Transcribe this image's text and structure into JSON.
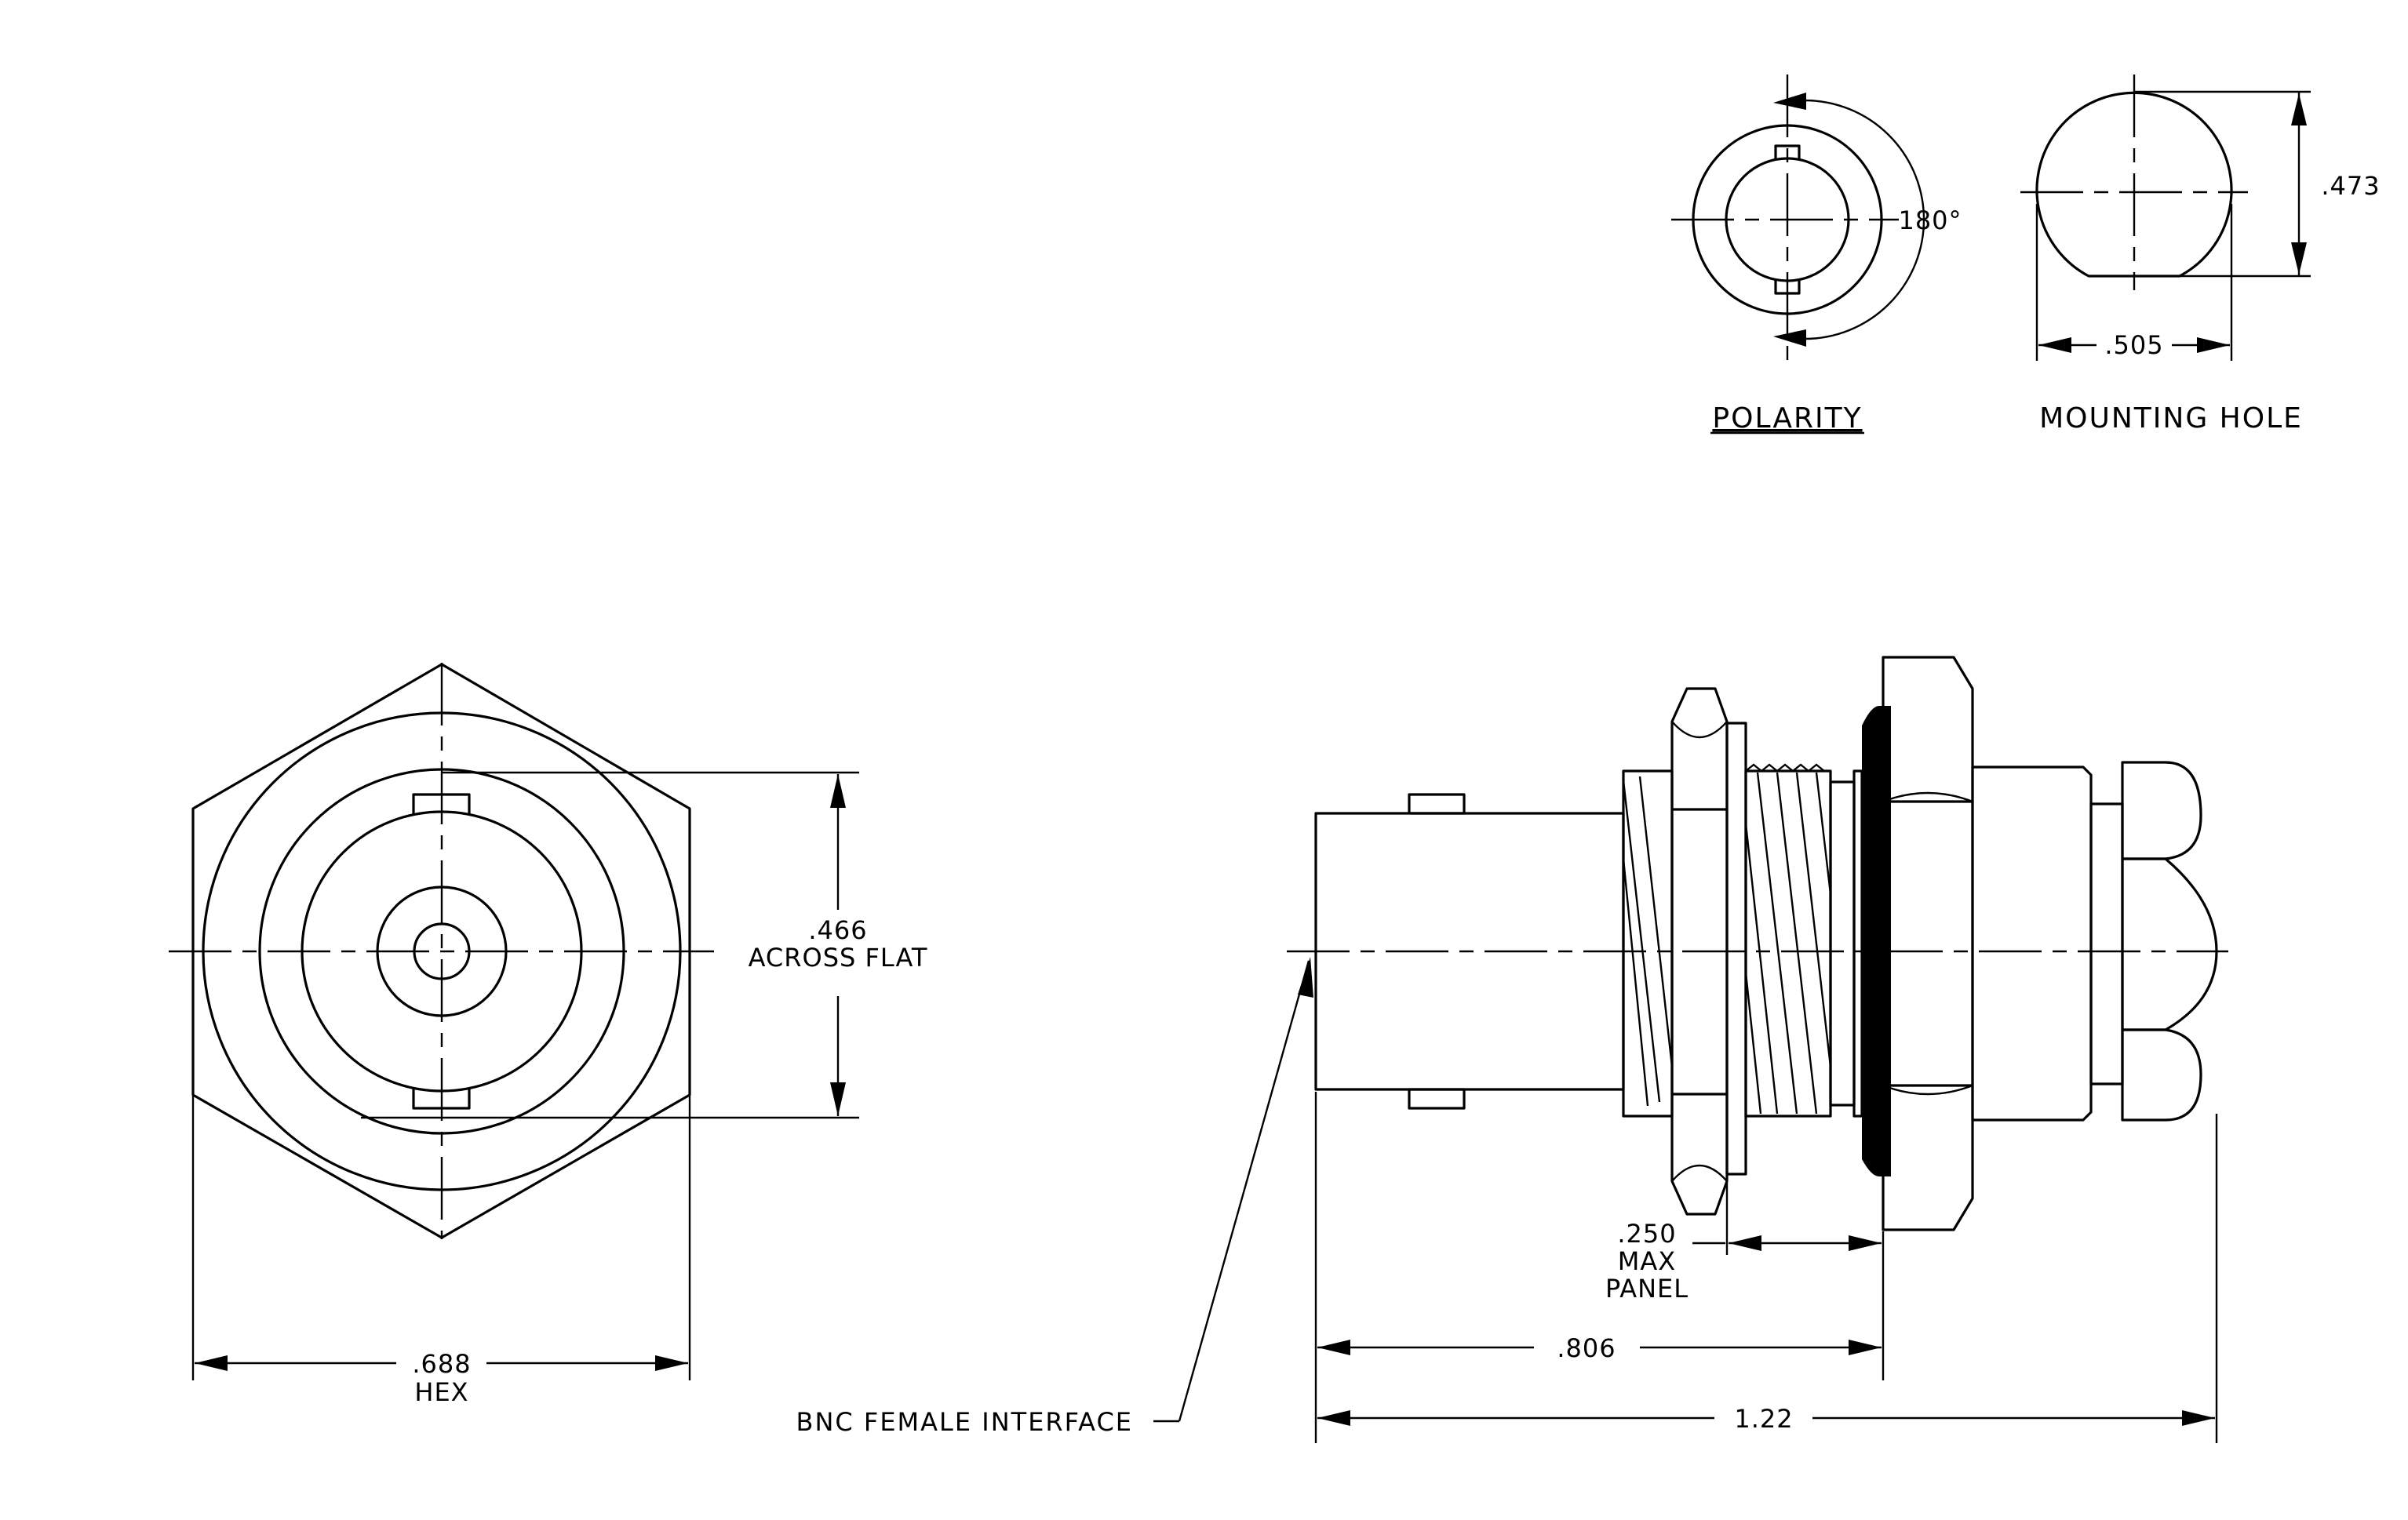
{
  "labels": {
    "polarity_title": "POLARITY",
    "mounting_title": "MOUNTING HOLE",
    "polarity_angle": "180°",
    "mount_height": ".473",
    "mount_width": ".505",
    "across_flat_value": ".466",
    "across_flat_label": "ACROSS FLAT",
    "hex_value": ".688",
    "hex_label": "HEX",
    "panel_value": ".250",
    "panel_line2": "MAX",
    "panel_line3": "PANEL",
    "length_806": ".806",
    "length_122": "1.22",
    "bnc_callout": "BNC FEMALE INTERFACE"
  }
}
